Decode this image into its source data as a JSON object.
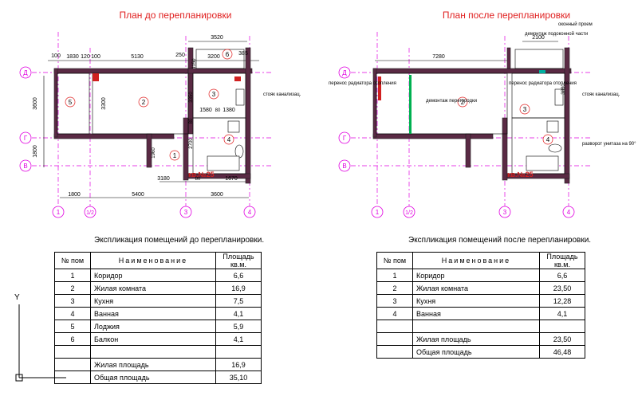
{
  "left_plan": {
    "title": "План до перепланировки",
    "dims_top": [
      "3520",
      "100",
      "1830",
      "120",
      "100",
      "5130",
      "250",
      "1150",
      "3200",
      "385"
    ],
    "dims_inner": [
      "1580",
      "80",
      "1380",
      "3350",
      "80",
      "2700",
      "3300",
      "3600",
      "1800",
      "1960"
    ],
    "dims_bottom": [
      "3180",
      "80",
      "1670",
      "1800",
      "5400",
      "3600"
    ],
    "rooms": [
      "1",
      "2",
      "3",
      "4",
      "5",
      "6"
    ],
    "axis_letters": [
      "Д",
      "Г",
      "В"
    ],
    "axis_numbers": [
      "1",
      "1/2",
      "3",
      "4"
    ],
    "riser_note": "стояк канализац.",
    "unit_label": "кв.№25"
  },
  "right_plan": {
    "title": "План после перепланировки",
    "dims_top": [
      "2100",
      "7280"
    ],
    "dims_inner": [
      "3880"
    ],
    "rooms": [
      "2",
      "3",
      "4"
    ],
    "axis_letters": [
      "Д",
      "Г",
      "В"
    ],
    "axis_numbers": [
      "1",
      "1/2",
      "3",
      "4"
    ],
    "notes": {
      "window": "оконный проем",
      "sill": "демонтаж подоконной части",
      "radiator_left": "перенос радиатора отопления",
      "partition": "демонтаж перегородки",
      "radiator_right": "перенос радиатора отопления",
      "riser": "стояк канализац.",
      "toilet": "разворот унитаза на 90°"
    },
    "unit_label": "кв.№25"
  },
  "table_before": {
    "title": "Экспликация помещений до перепланировки.",
    "headers": [
      "№ пом",
      "Наименование",
      "Площадь кв.м."
    ],
    "rows": [
      [
        "1",
        "Коридор",
        "6,6"
      ],
      [
        "2",
        "Жилая комната",
        "16,9"
      ],
      [
        "3",
        "Кухня",
        "7,5"
      ],
      [
        "4",
        "Ванная",
        "4,1"
      ],
      [
        "5",
        "Лоджия",
        "5,9"
      ],
      [
        "6",
        "Балкон",
        "4,1"
      ],
      [
        "",
        "",
        ""
      ],
      [
        "",
        "Жилая площадь",
        "16,9"
      ],
      [
        "",
        "Общая площадь",
        "35,10"
      ]
    ]
  },
  "table_after": {
    "title": "Экспликация помещений после перепланировки.",
    "headers": [
      "№ пом",
      "Наименование",
      "Площадь кв.м."
    ],
    "rows": [
      [
        "1",
        "Коридор",
        "6,6"
      ],
      [
        "2",
        "Жилая комната",
        "23,50"
      ],
      [
        "3",
        "Кухня",
        "12,28"
      ],
      [
        "4",
        "Ванная",
        "4,1"
      ],
      [
        "",
        "",
        ""
      ],
      [
        "",
        "Жилая площадь",
        "23,50"
      ],
      [
        "",
        "Общая площадь",
        "46,48"
      ]
    ]
  },
  "ucs": {
    "y_label": "Y"
  },
  "colors": {
    "title_red": "#e02020",
    "axis_magenta": "#e000e0",
    "wall": "#2a2a2a",
    "wall_fill": "#5a2a44",
    "green": "#00b050"
  }
}
